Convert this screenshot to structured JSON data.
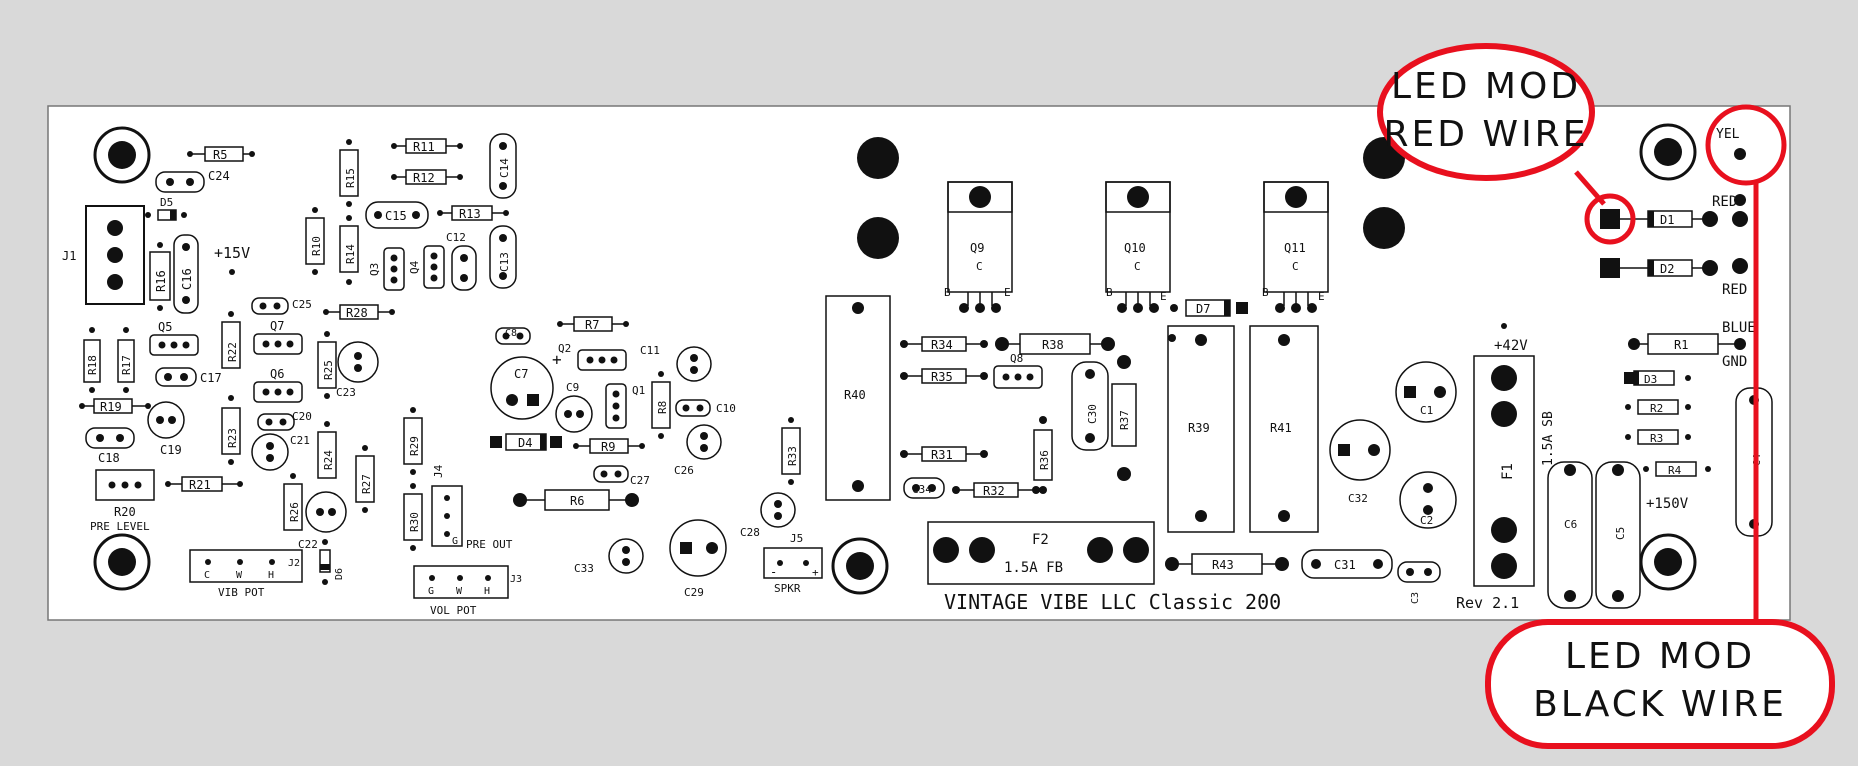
{
  "board": {
    "title": "VINTAGE VIBE LLC Classic 200",
    "revision": "Rev 2.1"
  },
  "callouts": {
    "red_wire": [
      "LED MOD",
      "RED WIRE"
    ],
    "black_wire": [
      "LED MOD",
      "BLACK WIRE"
    ],
    "accent_color": "#e8101e"
  },
  "labels": {
    "j1": "J1",
    "d5": "D5",
    "r5": "R5",
    "c24": "C24",
    "v15": "+15V",
    "r16": "R16",
    "c16": "C16",
    "r11": "R11",
    "r12": "R12",
    "r13": "R13",
    "r15": "R15",
    "r10": "R10",
    "r14": "R14",
    "c15": "C15",
    "c14": "C14",
    "c12": "C12",
    "c13": "C13",
    "q3": "Q3",
    "q4": "Q4",
    "r18": "R18",
    "r17": "R17",
    "q5": "Q5",
    "r22": "R22",
    "c17": "C17",
    "c25": "C25",
    "q7": "Q7",
    "r28": "R28",
    "r25": "R25",
    "c23": "C23",
    "q6": "Q6",
    "c20": "C20",
    "r19": "R19",
    "c19": "C19",
    "c18": "C18",
    "r23": "R23",
    "c21": "C21",
    "r24": "R24",
    "r27": "R27",
    "r29": "R29",
    "j4": "J4",
    "r20": "R20",
    "pre_level": "PRE LEVEL",
    "r21": "R21",
    "r26": "R26",
    "c22": "C22",
    "d6": "D6",
    "r30": "R30",
    "pre_out": "PRE OUT",
    "j2": "J2",
    "vib_pot": "VIB POT",
    "j3": "J3",
    "vol_pot": "VOL POT",
    "c8": "C8",
    "r7": "R7",
    "c7": "C7",
    "q2": "Q2",
    "c9": "C9",
    "q1": "Q1",
    "r8": "R8",
    "c11": "C11",
    "c10": "C10",
    "d4": "D4",
    "r9": "R9",
    "c26": "C26",
    "c27": "C27",
    "r6": "R6",
    "c33": "C33",
    "c29": "C29",
    "c28": "C28",
    "r33": "R33",
    "j5": "J5",
    "spkr": "SPKR",
    "r40": "R40",
    "r34": "R34",
    "r35": "R35",
    "r31": "R31",
    "c34": "C34",
    "r32": "R32",
    "q8": "Q8",
    "r38": "R38",
    "c30": "C30",
    "r37": "R37",
    "r36": "R36",
    "q9": "Q9",
    "q10": "Q10",
    "q11": "Q11",
    "d7": "D7",
    "r39": "R39",
    "r41": "R41",
    "f2": "F2",
    "f2_rating": "1.5A FB",
    "r43": "R43",
    "c31": "C31",
    "c3": "C3",
    "c1": "C1",
    "c32": "C32",
    "c2": "C2",
    "f1": "F1",
    "f1_rating": "1.5A SB",
    "v42": "+42V",
    "c6": "C6",
    "c5": "C5",
    "d1": "D1",
    "d2": "D2",
    "d3": "D3",
    "r1": "R1",
    "r2": "R2",
    "r3": "R3",
    "r4": "R4",
    "v150": "+150V",
    "c4": "C4",
    "yel": "YEL",
    "red": "RED",
    "blue": "BLUE",
    "gnd": "GND",
    "pin_b": "B",
    "pin_c": "C",
    "pin_e": "E",
    "pin_g": "G",
    "pin_w": "W",
    "pin_h": "H",
    "minus": "-",
    "plus": "+"
  }
}
